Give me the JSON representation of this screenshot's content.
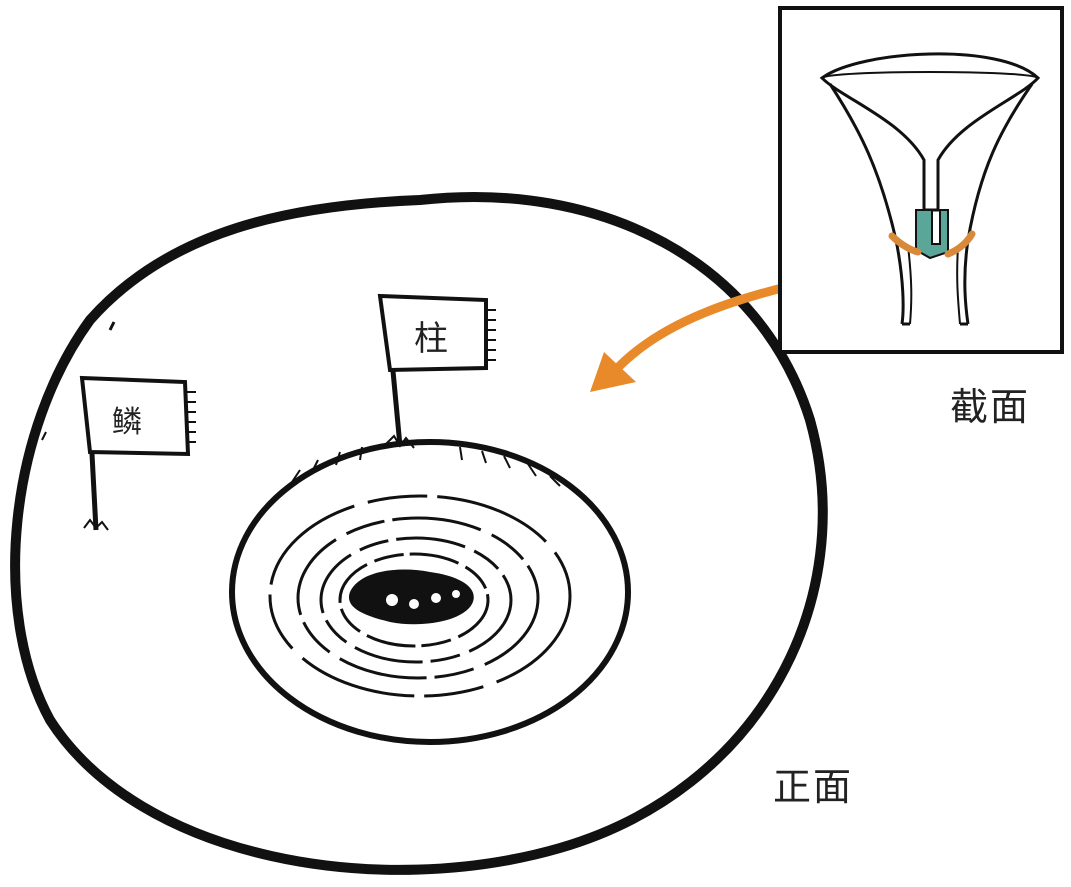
{
  "flags": {
    "scale_label": "鳞",
    "column_label": "柱"
  },
  "labels": {
    "section": "截面",
    "front": "正面"
  },
  "colors": {
    "stroke": "#111111",
    "arrow": "#e8892a",
    "columnar_epithelium": "#5aa79a",
    "squamous_epithelium": "#d8893a",
    "background": "#ffffff"
  },
  "icons": {
    "arrow": "curved-arrow-icon",
    "flag": "flag-icon"
  }
}
